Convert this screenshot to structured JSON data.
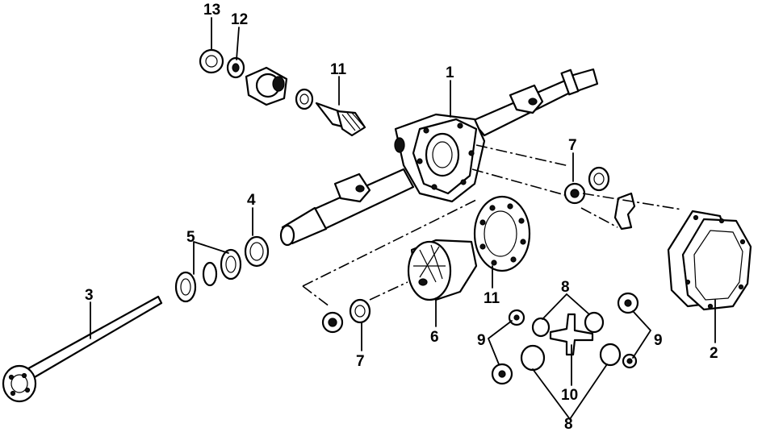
{
  "callouts": {
    "c1": "1",
    "c2": "2",
    "c3": "3",
    "c4": "4",
    "c5": "5",
    "c6": "6",
    "c7a": "7",
    "c7b": "7",
    "c8a": "8",
    "c8b": "8",
    "c9a": "9",
    "c9b": "9",
    "c10": "10",
    "c11a": "11",
    "c11b": "11",
    "c12": "12",
    "c13": "13"
  }
}
